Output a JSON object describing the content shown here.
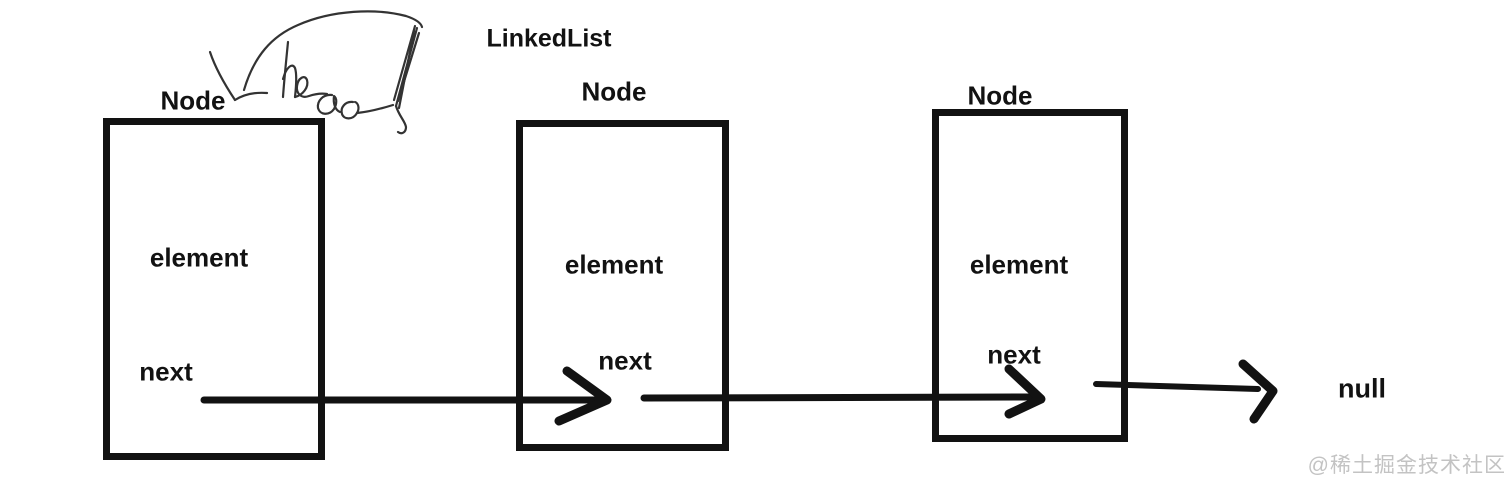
{
  "title": "LinkedList",
  "annotation": {
    "text": "head"
  },
  "nodes": [
    {
      "label": "Node",
      "fields": {
        "element": "element",
        "next": "next"
      }
    },
    {
      "label": "Node",
      "fields": {
        "element": "element",
        "next": "next"
      }
    },
    {
      "label": "Node",
      "fields": {
        "element": "element",
        "next": "next"
      }
    }
  ],
  "tail_label": "null",
  "watermark": "@稀土掘金技术社区",
  "colors": {
    "ink": "#121212",
    "handwriting": "#333333",
    "watermark": "#c3c3c3",
    "background": "#ffffff"
  }
}
